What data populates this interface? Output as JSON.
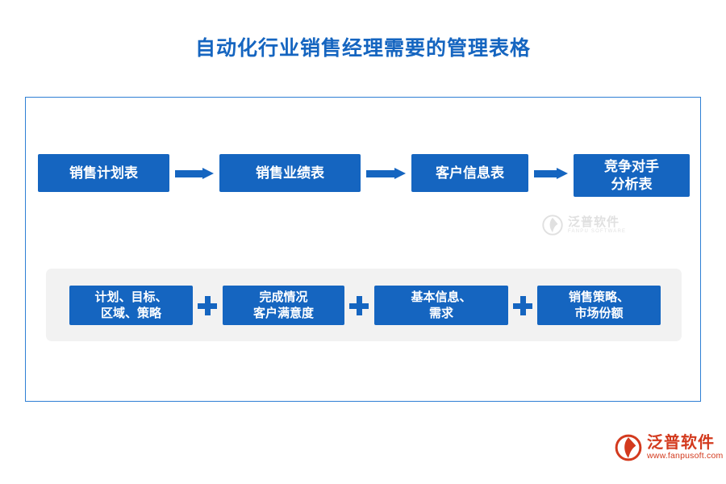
{
  "page": {
    "title": "自动化行业销售经理需要的管理表格"
  },
  "flow": {
    "steps": [
      {
        "label": "销售计划表"
      },
      {
        "label": "销售业绩表"
      },
      {
        "label": "客户信息表"
      },
      {
        "label": "竞争对手\n分析表",
        "line1": "竞争对手",
        "line2": "分析表"
      }
    ],
    "arrow_color": "#1565c0",
    "box_color": "#1565c0",
    "box_text_color": "#ffffff"
  },
  "details": {
    "band_color": "#f2f2f2",
    "items": [
      {
        "line1": "计划、目标、",
        "line2": "区域、策略"
      },
      {
        "line1": "完成情况",
        "line2": "客户满意度"
      },
      {
        "line1": "基本信息、",
        "line2": "需求"
      },
      {
        "line1": "销售策略、",
        "line2": "市场份额"
      }
    ],
    "separator": "+"
  },
  "watermark": {
    "cn": "泛普软件",
    "en": "FANPU SOFTWARE"
  },
  "logo": {
    "cn": "泛普软件",
    "url": "www.fanpusoft.com",
    "color": "#d33a1e"
  },
  "colors": {
    "title": "#1565c0",
    "frame_border": "#2e7fd4",
    "accent": "#1565c0"
  }
}
